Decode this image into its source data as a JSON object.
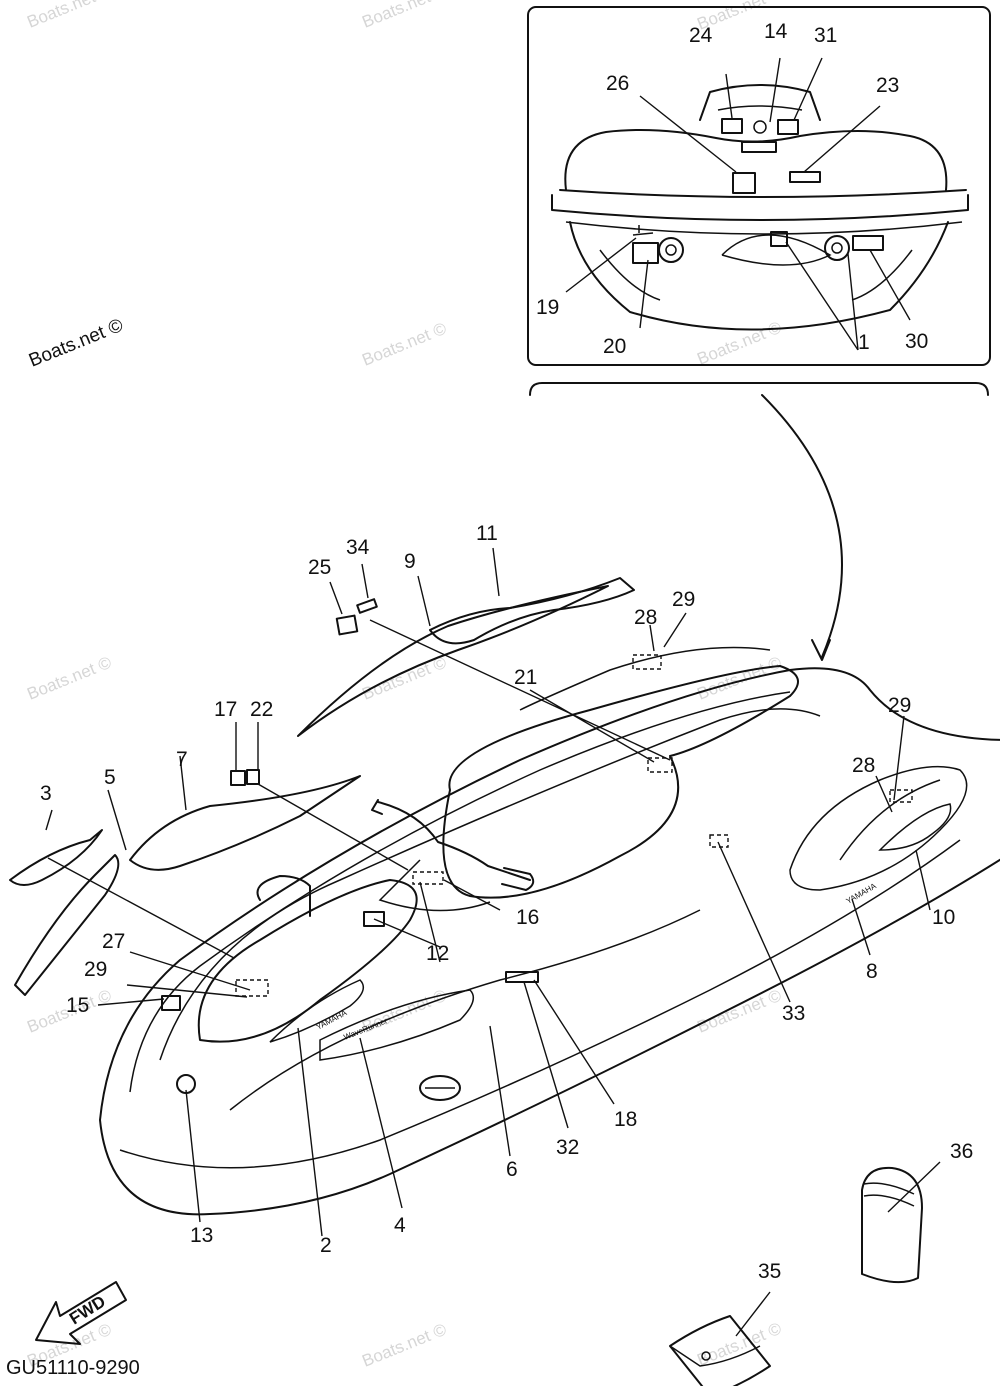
{
  "watermark": {
    "main": "Boats.net ©",
    "faint": "Boats.net ©"
  },
  "diagram_code": "GU51110-9290",
  "fwd_label": "FWD",
  "decal_texts": {
    "brand_small": "YAMAHA",
    "brand_side": "YAMAHA",
    "waverunner": "WaveRunner"
  },
  "parts": [
    {
      "no": "1"
    },
    {
      "no": "2"
    },
    {
      "no": "3"
    },
    {
      "no": "4"
    },
    {
      "no": "5"
    },
    {
      "no": "6"
    },
    {
      "no": "7"
    },
    {
      "no": "8"
    },
    {
      "no": "9"
    },
    {
      "no": "10"
    },
    {
      "no": "11"
    },
    {
      "no": "12"
    },
    {
      "no": "13"
    },
    {
      "no": "14"
    },
    {
      "no": "15"
    },
    {
      "no": "16"
    },
    {
      "no": "17"
    },
    {
      "no": "18"
    },
    {
      "no": "19"
    },
    {
      "no": "20"
    },
    {
      "no": "21"
    },
    {
      "no": "22"
    },
    {
      "no": "23"
    },
    {
      "no": "24"
    },
    {
      "no": "25"
    },
    {
      "no": "26"
    },
    {
      "no": "27"
    },
    {
      "no": "28"
    },
    {
      "no": "29"
    },
    {
      "no": "30"
    },
    {
      "no": "31"
    },
    {
      "no": "32"
    },
    {
      "no": "33"
    },
    {
      "no": "34"
    },
    {
      "no": "35"
    },
    {
      "no": "36"
    }
  ],
  "duplicate_labels": {
    "label_28_b": "28",
    "label_29_b": "29",
    "label_29_c": "29"
  }
}
